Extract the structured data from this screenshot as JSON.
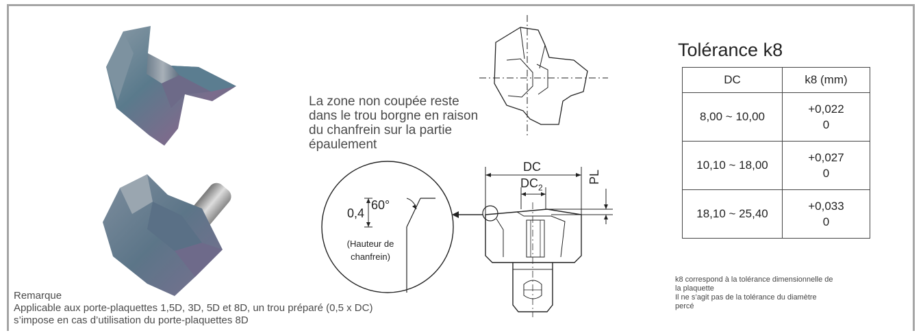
{
  "note": {
    "lines": [
      "La zone non coupée reste",
      "dans le trou borgne en raison",
      "du chanfrein sur la partie",
      "épaulement"
    ]
  },
  "detail": {
    "dim_value": "0,4",
    "angle": "60°",
    "caption_lines": [
      "(Hauteur de",
      "chanfrein)"
    ]
  },
  "drawing": {
    "dc": "DC",
    "dc2": "DC",
    "dc2_sub": "2",
    "pl": "PL"
  },
  "remark": {
    "title": "Remarque",
    "lines": [
      "Applicable aux porte-plaquettes 1,5D, 3D, 5D et 8D, un trou préparé (0,5 x DC)",
      "s’impose en cas d’utilisation du porte-plaquettes 8D"
    ]
  },
  "tolerance": {
    "title": "Tolérance k8",
    "headers": [
      "DC",
      "k8 (mm)"
    ],
    "rows": [
      {
        "dc": "8,00 ~ 10,00",
        "upper": "+0,022",
        "lower": "0"
      },
      {
        "dc": "10,10 ~ 18,00",
        "upper": "+0,027",
        "lower": "0"
      },
      {
        "dc": "18,10 ~ 25,40",
        "upper": "+0,033",
        "lower": "0"
      }
    ],
    "footnotes": [
      "k8 correspond à la tolérance dimensionnelle de",
      "la plaquette",
      "Il ne s’agit pas de la tolérance du diamètre",
      "percé"
    ]
  }
}
